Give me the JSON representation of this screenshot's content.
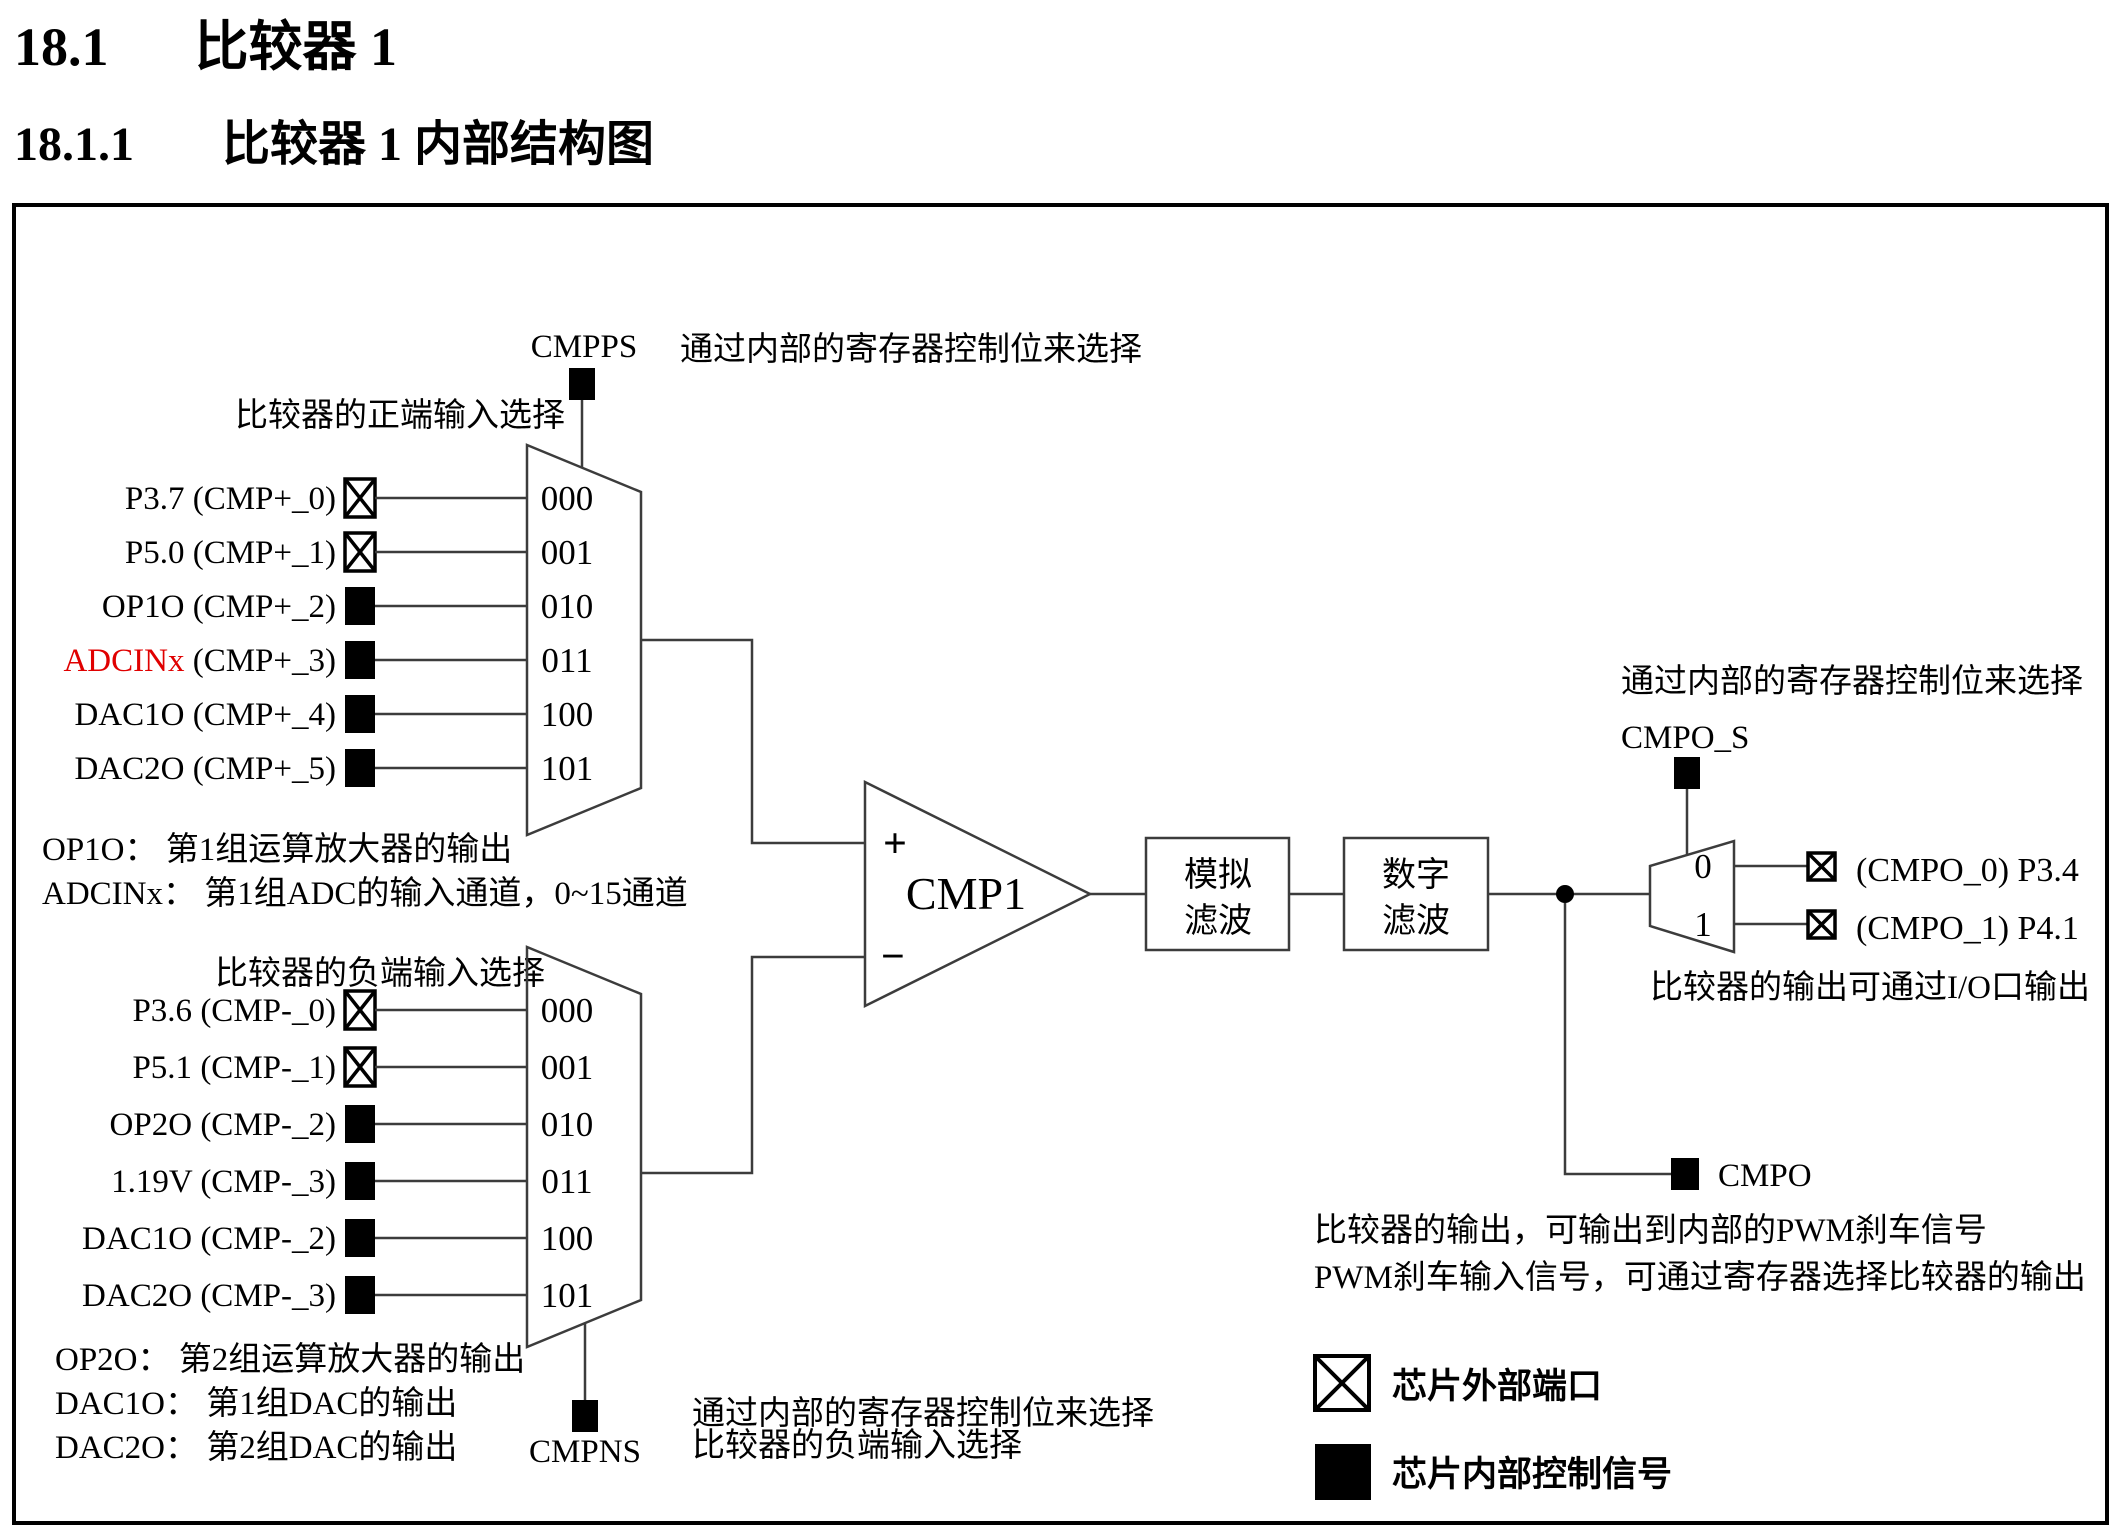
{
  "title": {
    "h1_num": "18.1",
    "h1_text": "比较器 1",
    "h2_num": "18.1.1",
    "h2_text": "比较器 1 内部结构图"
  },
  "colors": {
    "blue": "#1e1ede",
    "red": "#e00000",
    "black": "#000000"
  },
  "signals": {
    "cmpps": "CMPPS",
    "cmpns": "CMPNS",
    "cmpo_s": "CMPO_S",
    "cmpo": "CMPO"
  },
  "annotations": {
    "top_reg_select": "通过内部的寄存器控制位来选择",
    "pos_header": "比较器的正端输入选择",
    "neg_header": "比较器的负端输入选择",
    "out_reg_select": "通过内部的寄存器控制位来选择",
    "io_note": "比较器的输出可通过I/O口输出",
    "pwm_note1": "比较器的输出，可输出到内部的PWM刹车信号",
    "pwm_note2": "PWM刹车输入信号，可通过寄存器选择比较器的输出",
    "cmpns_reg_select": "通过内部的寄存器控制位来选择",
    "cmpns_neg_select": "比较器的负端输入选择"
  },
  "red_notes": {
    "pos1": "OP1O： 第1组运算放大器的输出",
    "pos2": "ADCINx： 第1组ADC的输入通道，0~15通道",
    "neg1": "OP2O： 第2组运算放大器的输出",
    "neg2": "DAC1O： 第1组DAC的输出",
    "neg3": "DAC2O： 第2组DAC的输出"
  },
  "pos_mux": {
    "codes": [
      "000",
      "001",
      "010",
      "011",
      "100",
      "101"
    ],
    "inputs": [
      {
        "name": "P3.7",
        "suffix": " (CMP+_0)",
        "color": "#000000",
        "port": "external"
      },
      {
        "name": "P5.0",
        "suffix": " (CMP+_1)",
        "color": "#000000",
        "port": "external"
      },
      {
        "name": "OP1O",
        "suffix": " (CMP+_2)",
        "color": "#000000",
        "port": "internal"
      },
      {
        "name": "ADCINx",
        "suffix": " (CMP+_3)",
        "color": "#e00000",
        "port": "internal"
      },
      {
        "name": "DAC1O",
        "suffix": " (CMP+_4)",
        "color": "#000000",
        "port": "internal"
      },
      {
        "name": "DAC2O",
        "suffix": " (CMP+_5)",
        "color": "#000000",
        "port": "internal"
      }
    ]
  },
  "neg_mux": {
    "codes": [
      "000",
      "001",
      "010",
      "011",
      "100",
      "101"
    ],
    "inputs": [
      {
        "name": "P3.6",
        "suffix": " (CMP-_0)",
        "color": "#000000",
        "port": "external"
      },
      {
        "name": "P5.1",
        "suffix": " (CMP-_1)",
        "color": "#000000",
        "port": "external"
      },
      {
        "name": "OP2O",
        "suffix": " (CMP-_2)",
        "color": "#000000",
        "port": "internal"
      },
      {
        "name": "1.19V",
        "suffix": " (CMP-_3)",
        "color": "#000000",
        "port": "internal"
      },
      {
        "name": "DAC1O",
        "suffix": " (CMP-_2)",
        "color": "#000000",
        "port": "internal"
      },
      {
        "name": "DAC2O",
        "suffix": " (CMP-_3)",
        "color": "#000000",
        "port": "internal"
      }
    ]
  },
  "comparator": {
    "label": "CMP1",
    "plus": "+",
    "minus": "−"
  },
  "filters": {
    "analog": [
      "模拟",
      "滤波"
    ],
    "digital": [
      "数字",
      "滤波"
    ]
  },
  "out_mux": {
    "sel0": "0",
    "sel1": "1",
    "out0": "(CMPO_0) P3.4",
    "out1": "(CMPO_1) P4.1"
  },
  "legend": {
    "external": "芯片外部端口",
    "internal": "芯片内部控制信号"
  }
}
